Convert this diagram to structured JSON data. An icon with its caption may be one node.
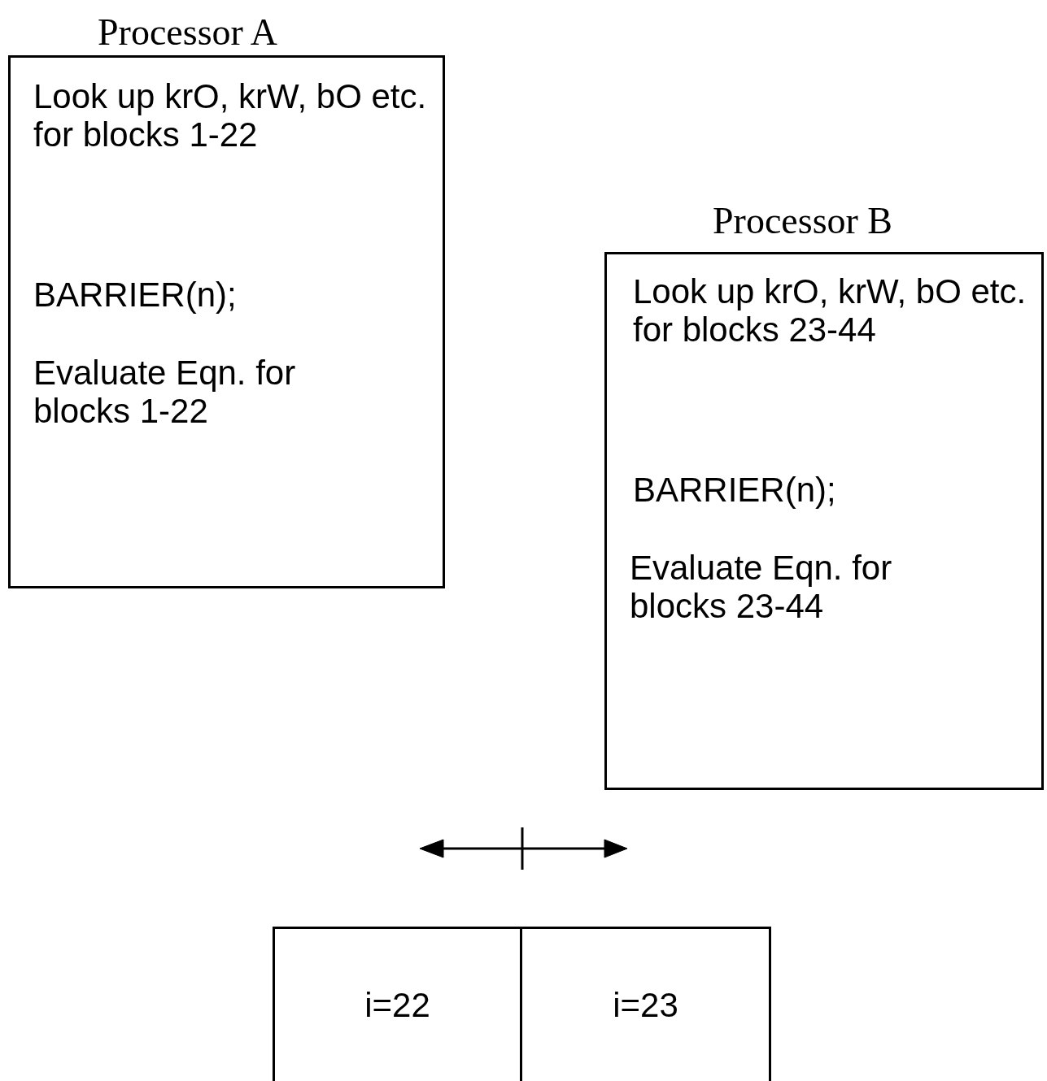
{
  "diagram": {
    "nodes": [
      {
        "text": [
          "Processor A",
          "Look up krO, krW, bO etc. for blocks 1-22",
          "BARRIER(n);",
          "Evaluate Eqn. for blocks 1-22"
        ]
      },
      {
        "text": [
          "Processor B",
          "Look up krO, krW, bO etc. for blocks 23-44",
          "BARRIER(n);",
          "Evaluate Eqn. for blocks 23-44"
        ]
      },
      {
        "text": [
          "i=22"
        ]
      },
      {
        "text": [
          "i=23"
        ]
      }
    ],
    "edges": []
  }
}
